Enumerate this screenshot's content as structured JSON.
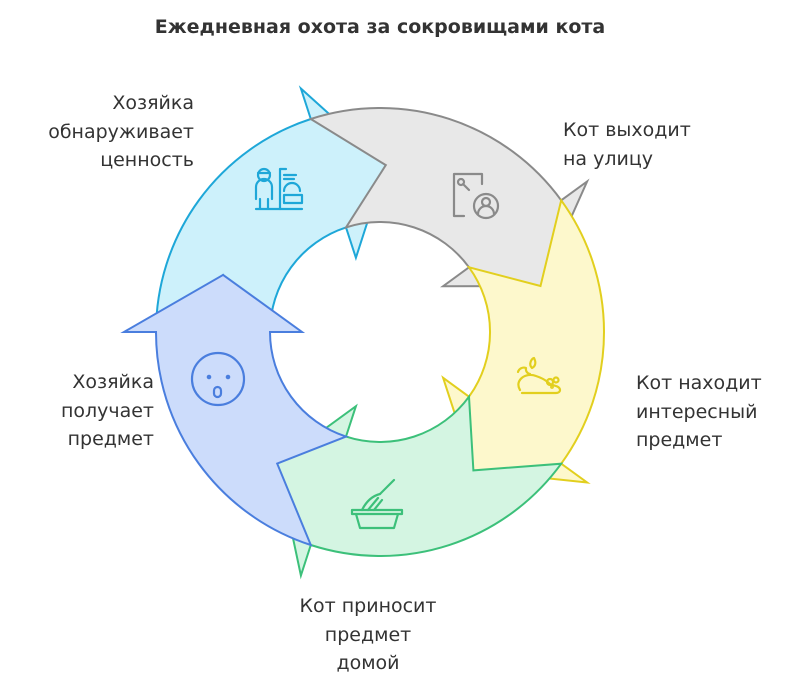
{
  "title": "Ежедневная охота за сокровищами кота",
  "steps": [
    {
      "id": "owner-finds",
      "lines": [
        "Хозяйка",
        "обнаруживает",
        "ценность"
      ],
      "icon": "owner-kitchen-icon",
      "fill": "#cdf1fb",
      "stroke": "#1ea7d8"
    },
    {
      "id": "cat-goes-out",
      "lines": [
        "Кот выходит",
        "на улицу"
      ],
      "icon": "door-person-icon",
      "fill": "#e8e8e8",
      "stroke": "#8a8a8a"
    },
    {
      "id": "cat-finds",
      "lines": [
        "Кот находит",
        "интересный",
        "предмет"
      ],
      "icon": "mouse-icon",
      "fill": "#fdf8cc",
      "stroke": "#e2cf1e"
    },
    {
      "id": "cat-brings",
      "lines": [
        "Кот приносит",
        "предмет",
        "домой"
      ],
      "icon": "litter-box-icon",
      "fill": "#d4f5e2",
      "stroke": "#3cc07a"
    },
    {
      "id": "owner-receives",
      "lines": [
        "Хозяйка",
        "получает",
        "предмет"
      ],
      "icon": "surprised-face-icon",
      "fill": "#ccdcfb",
      "stroke": "#4a7ede"
    }
  ]
}
